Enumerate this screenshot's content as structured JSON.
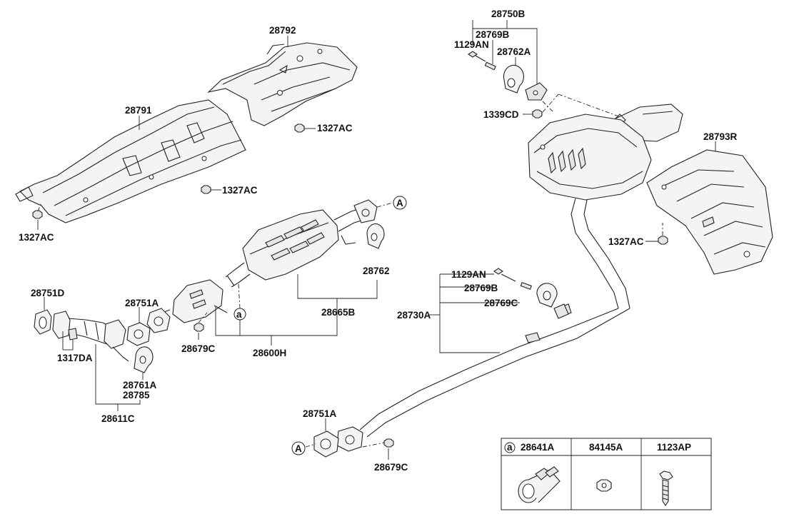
{
  "labels": {
    "p28792": "28792",
    "p28791": "28791",
    "p1327AC_a": "1327AC",
    "p1327AC_b": "1327AC",
    "p1327AC_c": "1327AC",
    "p1327AC_d": "1327AC",
    "p28750B": "28750B",
    "p28769B_a": "28769B",
    "p1129AN_a": "1129AN",
    "p28762A": "28762A",
    "p1339CD": "1339CD",
    "p28793R": "28793R",
    "p28762": "28762",
    "p28665B": "28665B",
    "p28600H": "28600H",
    "p28751D": "28751D",
    "p28751A_a": "28751A",
    "p28679C_a": "28679C",
    "p1317DA": "1317DA",
    "p28761A": "28761A",
    "p28785": "28785",
    "p28611C": "28611C",
    "p1129AN_b": "1129AN",
    "p28769B_b": "28769B",
    "p28769C": "28769C",
    "p28730A": "28730A",
    "p28751A_b": "28751A",
    "p28679C_b": "28679C"
  },
  "markers": {
    "conn_a_top": "A",
    "conn_a_bottom": "A",
    "clamp_ref": "a"
  },
  "legend": {
    "col1_symbol": "a",
    "col1": "28641A",
    "col2": "84145A",
    "col3": "1123AP"
  }
}
